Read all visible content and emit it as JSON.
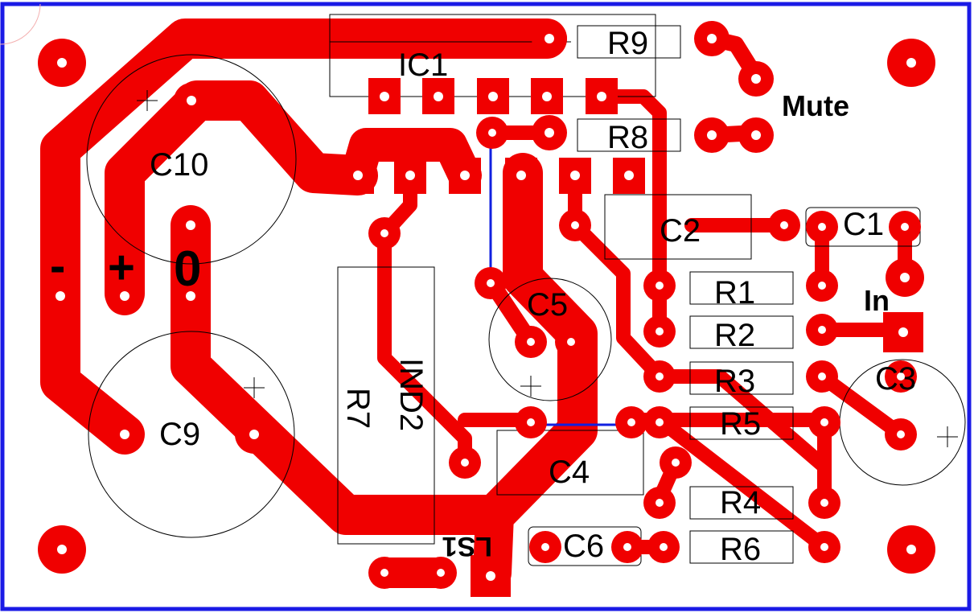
{
  "colors": {
    "copper": "#f00000",
    "jumper": "#1020e0",
    "outline": "#000000",
    "border": "#1a1ae6",
    "background": "#ffffff",
    "text": "#000000"
  },
  "labels": {
    "ic1": "IC1",
    "r9": "R9",
    "r8": "R8",
    "mute": "Mute",
    "c10": "C10",
    "c2": "C2",
    "c1": "C1",
    "minus": "-",
    "plus": "+",
    "zero": "0",
    "r1": "R1",
    "in": "In",
    "c5": "C5",
    "r2": "R2",
    "r3": "R3",
    "c3": "C3",
    "ind2": "IND2",
    "r7": "R7",
    "c9": "C9",
    "r5": "R5",
    "c4": "C4",
    "r4": "R4",
    "c6": "C6",
    "r6": "R6",
    "ls1": "LS1"
  }
}
